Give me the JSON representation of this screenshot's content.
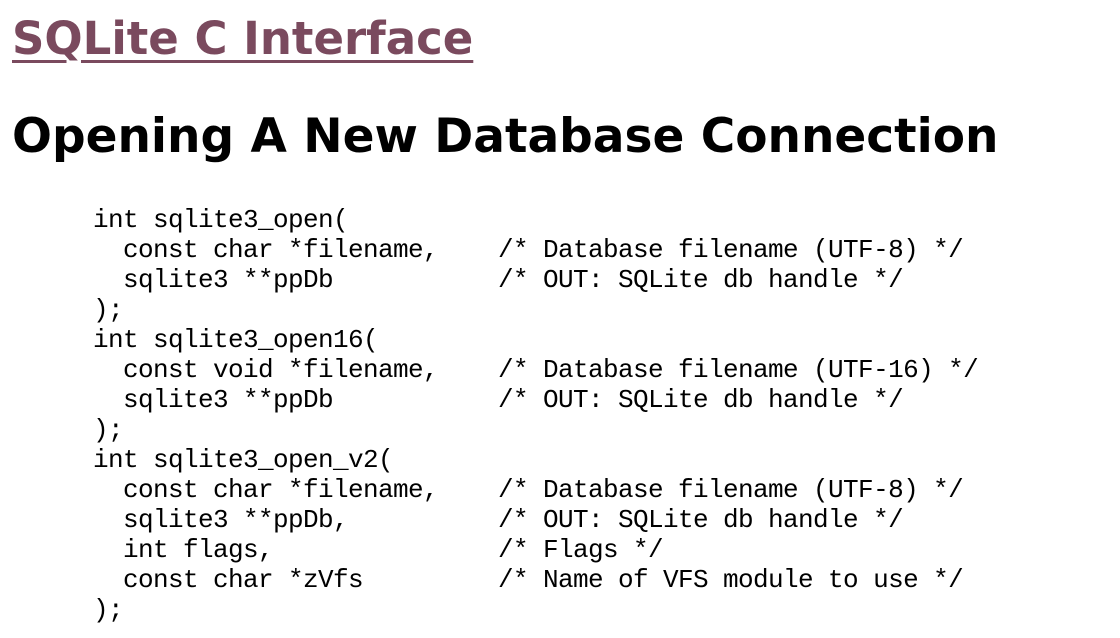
{
  "header": {
    "link_text": "SQLite C Interface"
  },
  "section": {
    "heading": "Opening A New Database Connection"
  },
  "code": {
    "lines": [
      {
        "decl": "int sqlite3_open(",
        "comment": ""
      },
      {
        "decl": "  const char *filename,",
        "comment": "/* Database filename (UTF-8) */"
      },
      {
        "decl": "  sqlite3 **ppDb",
        "comment": "/* OUT: SQLite db handle */"
      },
      {
        "decl": ");",
        "comment": ""
      },
      {
        "decl": "int sqlite3_open16(",
        "comment": ""
      },
      {
        "decl": "  const void *filename,",
        "comment": "/* Database filename (UTF-16) */"
      },
      {
        "decl": "  sqlite3 **ppDb",
        "comment": "/* OUT: SQLite db handle */"
      },
      {
        "decl": ");",
        "comment": ""
      },
      {
        "decl": "int sqlite3_open_v2(",
        "comment": ""
      },
      {
        "decl": "  const char *filename,",
        "comment": "/* Database filename (UTF-8) */"
      },
      {
        "decl": "  sqlite3 **ppDb,",
        "comment": "/* OUT: SQLite db handle */"
      },
      {
        "decl": "  int flags,",
        "comment": "/* Flags */"
      },
      {
        "decl": "  const char *zVfs",
        "comment": "/* Name of VFS module to use */"
      },
      {
        "decl": ");",
        "comment": ""
      }
    ]
  },
  "colors": {
    "link": "#7a4a5e",
    "text": "#000000",
    "background": "#ffffff"
  }
}
